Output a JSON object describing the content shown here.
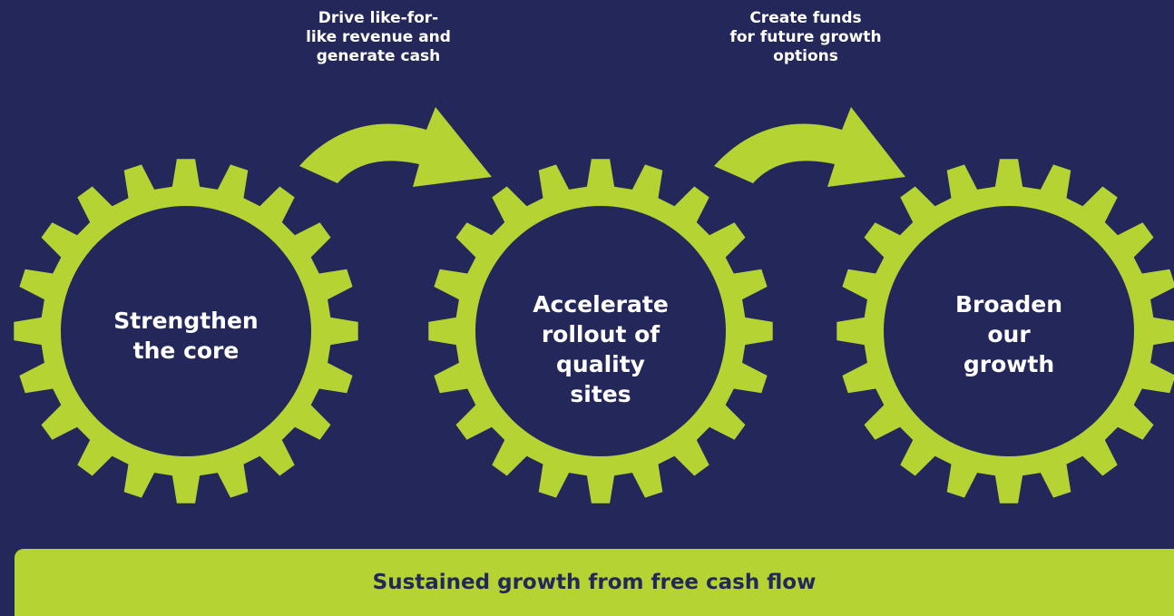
{
  "colors": {
    "background": "#24275a",
    "accent": "#b5d333",
    "text": "#ffffff"
  },
  "captions": [
    "Drive like-for-\nlike revenue and\ngenerate cash",
    "Create funds\nfor future growth\noptions"
  ],
  "gears": [
    {
      "label": "Strengthen\nthe core"
    },
    {
      "label": "Accelerate\nrollout of\nquality\nsites"
    },
    {
      "label": "Broaden\nour\ngrowth"
    }
  ],
  "banner": {
    "text": "Sustained growth from free cash flow"
  }
}
